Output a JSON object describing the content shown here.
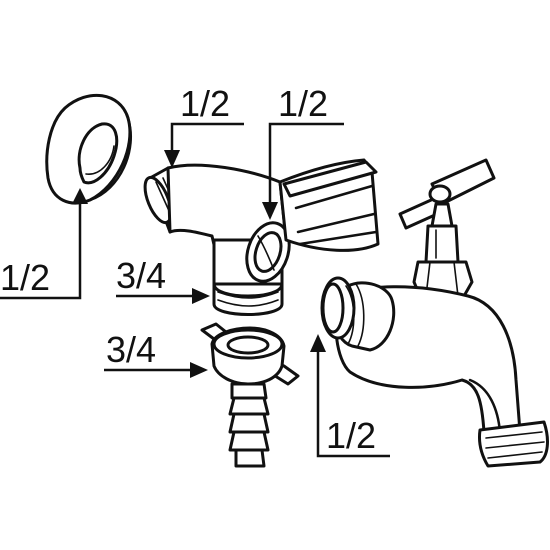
{
  "labels": {
    "wall_flange": "1/2",
    "valve_inlet": "1/2",
    "valve_outlet_side": "1/2",
    "valve_bottom_outlet": "3/4",
    "hose_adapter": "3/4",
    "tap_inlet": "1/2"
  },
  "colors": {
    "line": "#111111",
    "background": "#ffffff"
  }
}
